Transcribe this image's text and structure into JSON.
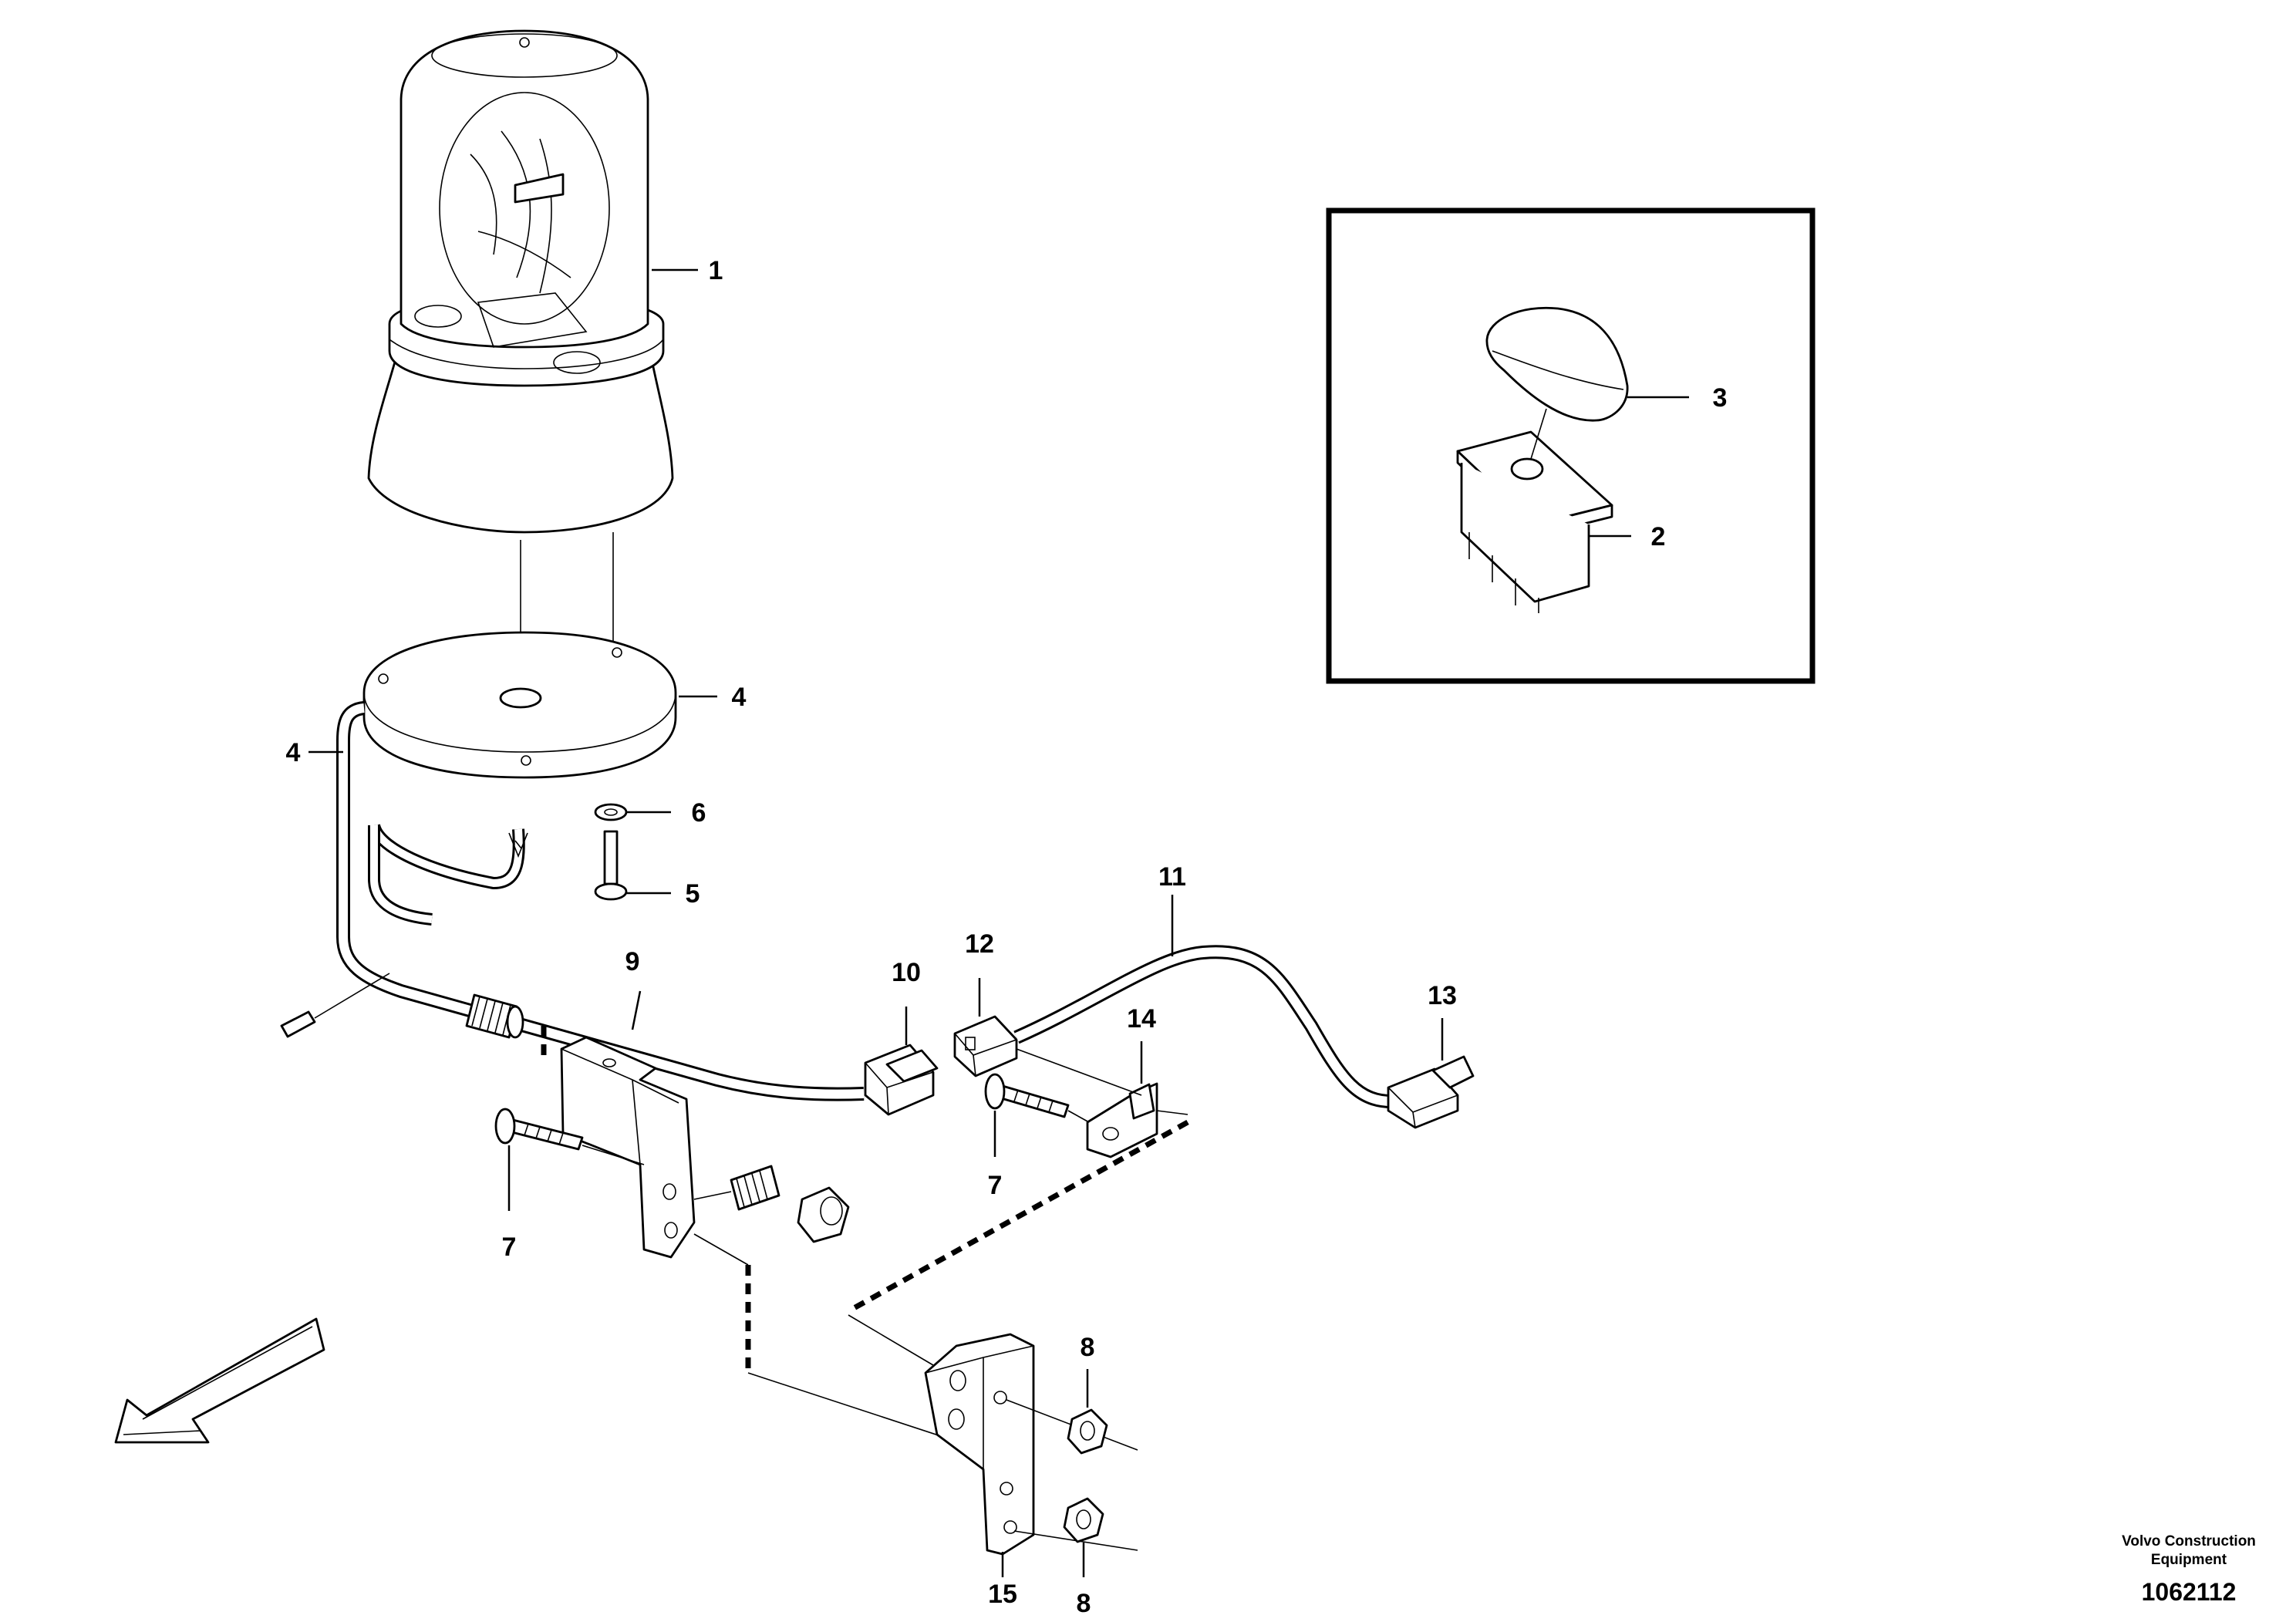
{
  "diagram": {
    "callouts": [
      {
        "id": "c1",
        "text": "1"
      },
      {
        "id": "c2",
        "text": "2"
      },
      {
        "id": "c3",
        "text": "3"
      },
      {
        "id": "c4a",
        "text": "4"
      },
      {
        "id": "c4b",
        "text": "4"
      },
      {
        "id": "c5",
        "text": "5"
      },
      {
        "id": "c6",
        "text": "6"
      },
      {
        "id": "c7a",
        "text": "7"
      },
      {
        "id": "c7b",
        "text": "7"
      },
      {
        "id": "c8a",
        "text": "8"
      },
      {
        "id": "c8b",
        "text": "8"
      },
      {
        "id": "c9",
        "text": "9"
      },
      {
        "id": "c10",
        "text": "10"
      },
      {
        "id": "c11",
        "text": "11"
      },
      {
        "id": "c12",
        "text": "12"
      },
      {
        "id": "c13",
        "text": "13"
      },
      {
        "id": "c14",
        "text": "14"
      },
      {
        "id": "c15",
        "text": "15"
      }
    ],
    "credit_line1": "Volvo Construction",
    "credit_line2": "Equipment",
    "document_number": "1062112"
  },
  "icons": {
    "beacon": "rotating-beacon-icon",
    "switch": "rocker-switch-icon",
    "direction": "direction-arrow-icon"
  }
}
